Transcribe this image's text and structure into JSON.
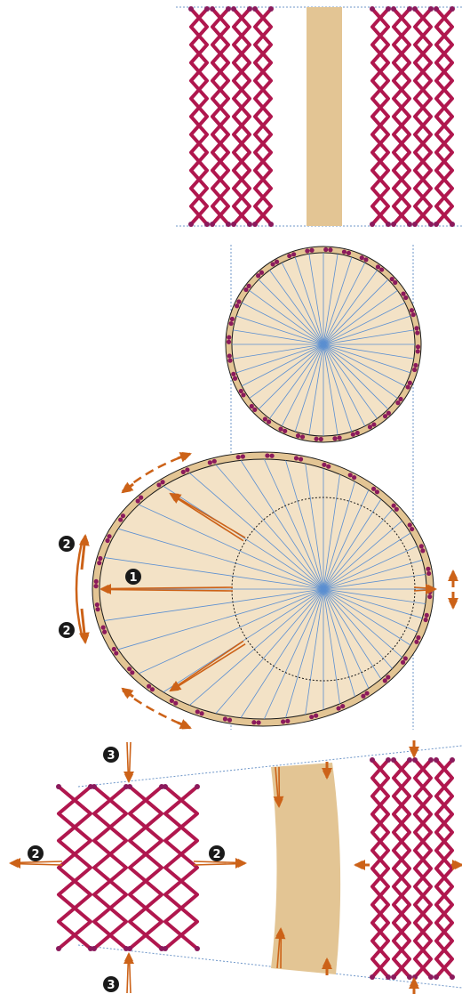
{
  "colors": {
    "strut": "#b0174e",
    "node": "#8b1a5c",
    "tissue": "#e3c594",
    "lumen": "#f3e2c6",
    "spoke": "#5b8fd1",
    "guide": "#6f97c9",
    "arrow": "#cc6218",
    "marker": "#1a1a1a",
    "outline": "#1a1a1a"
  },
  "markers": [
    {
      "id": "m1-center",
      "label": "1"
    },
    {
      "id": "m2-left-upper",
      "label": "2"
    },
    {
      "id": "m2-left-lower",
      "label": "2"
    },
    {
      "id": "m2-bottom-left",
      "label": "2"
    },
    {
      "id": "m2-bottom-right",
      "label": "2"
    },
    {
      "id": "m3-top",
      "label": "3"
    },
    {
      "id": "m3-bottom",
      "label": "3"
    }
  ],
  "icons": {
    "arrow": "force-arrow-icon",
    "marker": "numbered-marker-icon",
    "node": "strut-node-icon"
  }
}
